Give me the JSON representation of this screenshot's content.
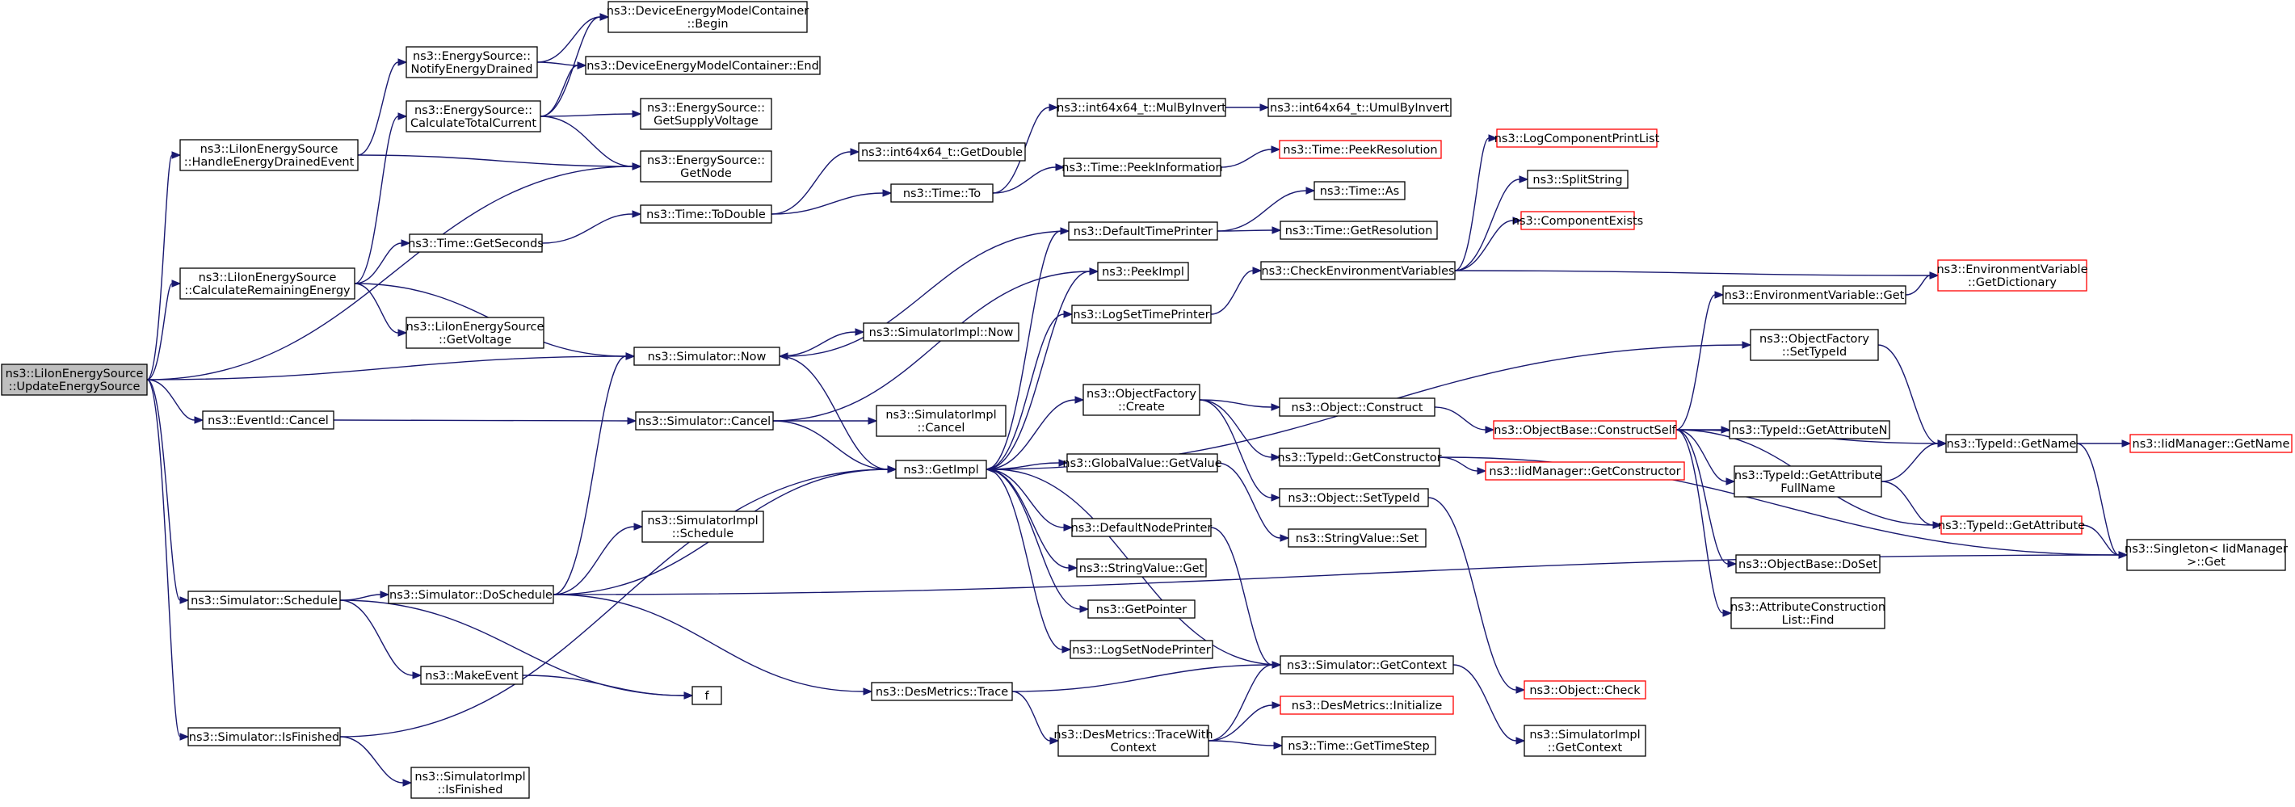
{
  "nodes": [
    {
      "id": "root",
      "lines": [
        "ns3::LiIonEnergySource",
        "::UpdateEnergySource"
      ],
      "root": true
    },
    {
      "id": "handleDrained",
      "lines": [
        "ns3::LiIonEnergySource",
        "::HandleEnergyDrainedEvent"
      ]
    },
    {
      "id": "calcRemaining",
      "lines": [
        "ns3::LiIonEnergySource",
        "::CalculateRemainingEnergy"
      ]
    },
    {
      "id": "eventCancel",
      "lines": [
        "ns3::EventId::Cancel"
      ]
    },
    {
      "id": "simSchedule",
      "lines": [
        "ns3::Simulator::Schedule"
      ]
    },
    {
      "id": "simIsFinished",
      "lines": [
        "ns3::Simulator::IsFinished"
      ]
    },
    {
      "id": "notifyDrained",
      "lines": [
        "ns3::EnergySource::",
        "NotifyEnergyDrained"
      ]
    },
    {
      "id": "calcTotal",
      "lines": [
        "ns3::EnergySource::",
        "CalculateTotalCurrent"
      ]
    },
    {
      "id": "timeGetSeconds",
      "lines": [
        "ns3::Time::GetSeconds"
      ]
    },
    {
      "id": "getVoltage",
      "lines": [
        "ns3::LiIonEnergySource",
        "::GetVoltage"
      ]
    },
    {
      "id": "simDoSchedule",
      "lines": [
        "ns3::Simulator::DoSchedule"
      ]
    },
    {
      "id": "makeEvent",
      "lines": [
        "ns3::MakeEvent"
      ]
    },
    {
      "id": "simImplIsFinished",
      "lines": [
        "ns3::SimulatorImpl",
        "::IsFinished"
      ]
    },
    {
      "id": "demcBegin",
      "lines": [
        "ns3::DeviceEnergyModelContainer",
        "::Begin"
      ]
    },
    {
      "id": "demcEnd",
      "lines": [
        "ns3::DeviceEnergyModelContainer::End"
      ]
    },
    {
      "id": "getSupply",
      "lines": [
        "ns3::EnergySource::",
        "GetSupplyVoltage"
      ]
    },
    {
      "id": "getNode",
      "lines": [
        "ns3::EnergySource::",
        "GetNode"
      ]
    },
    {
      "id": "timeToDouble",
      "lines": [
        "ns3::Time::ToDouble"
      ]
    },
    {
      "id": "simNow",
      "lines": [
        "ns3::Simulator::Now"
      ]
    },
    {
      "id": "simCancel",
      "lines": [
        "ns3::Simulator::Cancel"
      ]
    },
    {
      "id": "simImplSchedule",
      "lines": [
        "ns3::SimulatorImpl",
        "::Schedule"
      ]
    },
    {
      "id": "f",
      "lines": [
        "f"
      ]
    },
    {
      "id": "desTrace",
      "lines": [
        "ns3::DesMetrics::Trace"
      ]
    },
    {
      "id": "getDouble",
      "lines": [
        "ns3::int64x64_t::GetDouble"
      ]
    },
    {
      "id": "timeTo",
      "lines": [
        "ns3::Time::To"
      ]
    },
    {
      "id": "simImplNow",
      "lines": [
        "ns3::SimulatorImpl::Now"
      ]
    },
    {
      "id": "simImplCancel",
      "lines": [
        "ns3::SimulatorImpl",
        "::Cancel"
      ]
    },
    {
      "id": "getImpl",
      "lines": [
        "ns3::GetImpl"
      ]
    },
    {
      "id": "desTraceWith",
      "lines": [
        "ns3::DesMetrics::TraceWith",
        "Context"
      ]
    },
    {
      "id": "mulByInvert",
      "lines": [
        "ns3::int64x64_t::MulByInvert"
      ]
    },
    {
      "id": "peekInfo",
      "lines": [
        "ns3::Time::PeekInformation"
      ]
    },
    {
      "id": "defTimePrinter",
      "lines": [
        "ns3::DefaultTimePrinter"
      ]
    },
    {
      "id": "peekImpl",
      "lines": [
        "ns3::PeekImpl"
      ]
    },
    {
      "id": "logSetTime",
      "lines": [
        "ns3::LogSetTimePrinter"
      ]
    },
    {
      "id": "ofCreate",
      "lines": [
        "ns3::ObjectFactory",
        "::Create"
      ]
    },
    {
      "id": "gvGetValue",
      "lines": [
        "ns3::GlobalValue::GetValue"
      ]
    },
    {
      "id": "defNodePrinter",
      "lines": [
        "ns3::DefaultNodePrinter"
      ]
    },
    {
      "id": "svGet",
      "lines": [
        "ns3::StringValue::Get"
      ]
    },
    {
      "id": "getPointer",
      "lines": [
        "ns3::GetPointer"
      ]
    },
    {
      "id": "logSetNode",
      "lines": [
        "ns3::LogSetNodePrinter"
      ]
    },
    {
      "id": "umulByInvert",
      "lines": [
        "ns3::int64x64_t::UmulByInvert"
      ]
    },
    {
      "id": "peekRes",
      "lines": [
        "ns3::Time::PeekResolution"
      ],
      "red": true
    },
    {
      "id": "timeAs",
      "lines": [
        "ns3::Time::As"
      ]
    },
    {
      "id": "timeGetRes",
      "lines": [
        "ns3::Time::GetResolution"
      ]
    },
    {
      "id": "checkEnv",
      "lines": [
        "ns3::CheckEnvironmentVariables"
      ]
    },
    {
      "id": "objConstruct",
      "lines": [
        "ns3::Object::Construct"
      ]
    },
    {
      "id": "tidGetCtor",
      "lines": [
        "ns3::TypeId::GetConstructor"
      ]
    },
    {
      "id": "objSetTid",
      "lines": [
        "ns3::Object::SetTypeId"
      ]
    },
    {
      "id": "svSet",
      "lines": [
        "ns3::StringValue::Set"
      ]
    },
    {
      "id": "simGetContext",
      "lines": [
        "ns3::Simulator::GetContext"
      ]
    },
    {
      "id": "desInit",
      "lines": [
        "ns3::DesMetrics::Initialize"
      ],
      "red": true
    },
    {
      "id": "timeStep",
      "lines": [
        "ns3::Time::GetTimeStep"
      ]
    },
    {
      "id": "logCompPrint",
      "lines": [
        "ns3::LogComponentPrintList"
      ],
      "red": true
    },
    {
      "id": "splitString",
      "lines": [
        "ns3::SplitString"
      ]
    },
    {
      "id": "compExists",
      "lines": [
        "ns3::ComponentExists"
      ],
      "red": true
    },
    {
      "id": "obConstructSelf",
      "lines": [
        "ns3::ObjectBase::ConstructSelf"
      ],
      "red": true
    },
    {
      "id": "iidGetCtor",
      "lines": [
        "ns3::IidManager::GetConstructor"
      ],
      "red": true
    },
    {
      "id": "objCheck",
      "lines": [
        "ns3::Object::Check"
      ],
      "red": true
    },
    {
      "id": "simImplGetCtx",
      "lines": [
        "ns3::SimulatorImpl",
        "::GetContext"
      ]
    },
    {
      "id": "envVarGet",
      "lines": [
        "ns3::EnvironmentVariable::Get"
      ]
    },
    {
      "id": "ofSetTid",
      "lines": [
        "ns3::ObjectFactory",
        "::SetTypeId"
      ]
    },
    {
      "id": "tidGetAttrN",
      "lines": [
        "ns3::TypeId::GetAttributeN"
      ]
    },
    {
      "id": "tidGetAttrFull",
      "lines": [
        "ns3::TypeId::GetAttribute",
        "FullName"
      ]
    },
    {
      "id": "obDoSet",
      "lines": [
        "ns3::ObjectBase::DoSet"
      ]
    },
    {
      "id": "aclFind",
      "lines": [
        "ns3::AttributeConstruction",
        "List::Find"
      ]
    },
    {
      "id": "envGetDict",
      "lines": [
        "ns3::EnvironmentVariable",
        "::GetDictionary"
      ],
      "red": true
    },
    {
      "id": "tidGetName",
      "lines": [
        "ns3::TypeId::GetName"
      ]
    },
    {
      "id": "tidGetAttr",
      "lines": [
        "ns3::TypeId::GetAttribute"
      ],
      "red": true
    },
    {
      "id": "iidGetName",
      "lines": [
        "ns3::IidManager::GetName"
      ],
      "red": true
    },
    {
      "id": "singletonGet",
      "lines": [
        "ns3::Singleton< IidManager",
        ">::Get"
      ]
    }
  ],
  "edges": [
    [
      "root",
      "handleDrained"
    ],
    [
      "root",
      "getNode"
    ],
    [
      "root",
      "calcRemaining"
    ],
    [
      "root",
      "simNow"
    ],
    [
      "root",
      "eventCancel"
    ],
    [
      "root",
      "simSchedule"
    ],
    [
      "root",
      "simIsFinished"
    ],
    [
      "handleDrained",
      "notifyDrained"
    ],
    [
      "handleDrained",
      "getNode"
    ],
    [
      "notifyDrained",
      "demcBegin"
    ],
    [
      "notifyDrained",
      "demcEnd"
    ],
    [
      "calcRemaining",
      "calcTotal"
    ],
    [
      "calcRemaining",
      "timeGetSeconds"
    ],
    [
      "calcRemaining",
      "getVoltage"
    ],
    [
      "calcRemaining",
      "simNow"
    ],
    [
      "calcTotal",
      "demcBegin"
    ],
    [
      "calcTotal",
      "demcEnd"
    ],
    [
      "calcTotal",
      "getSupply"
    ],
    [
      "calcTotal",
      "getNode"
    ],
    [
      "timeGetSeconds",
      "timeToDouble"
    ],
    [
      "timeToDouble",
      "getDouble"
    ],
    [
      "timeToDouble",
      "timeTo"
    ],
    [
      "timeTo",
      "mulByInvert"
    ],
    [
      "timeTo",
      "peekInfo"
    ],
    [
      "mulByInvert",
      "umulByInvert"
    ],
    [
      "peekInfo",
      "peekRes"
    ],
    [
      "eventCancel",
      "simCancel"
    ],
    [
      "simNow",
      "simImplNow"
    ],
    [
      "simNow",
      "getImpl"
    ],
    [
      "simCancel",
      "simImplCancel"
    ],
    [
      "simCancel",
      "getImpl"
    ],
    [
      "simCancel",
      "peekImpl"
    ],
    [
      "simSchedule",
      "simDoSchedule"
    ],
    [
      "simSchedule",
      "makeEvent"
    ],
    [
      "simSchedule",
      "f"
    ],
    [
      "makeEvent",
      "f"
    ],
    [
      "simDoSchedule",
      "simImplSchedule"
    ],
    [
      "simDoSchedule",
      "simNow"
    ],
    [
      "simDoSchedule",
      "getImpl"
    ],
    [
      "simDoSchedule",
      "desTrace"
    ],
    [
      "simDoSchedule",
      "singletonGet"
    ],
    [
      "simIsFinished",
      "simImplIsFinished"
    ],
    [
      "simIsFinished",
      "getImpl"
    ],
    [
      "desTrace",
      "simGetContext"
    ],
    [
      "desTrace",
      "desTraceWith"
    ],
    [
      "desTraceWith",
      "desInit"
    ],
    [
      "desTraceWith",
      "timeStep"
    ],
    [
      "desTraceWith",
      "simGetContext"
    ],
    [
      "simGetContext",
      "getImpl"
    ],
    [
      "simGetContext",
      "simImplGetCtx"
    ],
    [
      "getImpl",
      "defTimePrinter"
    ],
    [
      "getImpl",
      "peekImpl"
    ],
    [
      "getImpl",
      "logSetTime"
    ],
    [
      "getImpl",
      "ofCreate"
    ],
    [
      "getImpl",
      "gvGetValue"
    ],
    [
      "getImpl",
      "defNodePrinter"
    ],
    [
      "getImpl",
      "svGet"
    ],
    [
      "getImpl",
      "getPointer"
    ],
    [
      "getImpl",
      "logSetNode"
    ],
    [
      "getImpl",
      "ofSetTid"
    ],
    [
      "defTimePrinter",
      "simNow"
    ],
    [
      "defTimePrinter",
      "timeAs"
    ],
    [
      "defTimePrinter",
      "timeGetRes"
    ],
    [
      "logSetTime",
      "checkEnv"
    ],
    [
      "checkEnv",
      "logCompPrint"
    ],
    [
      "checkEnv",
      "splitString"
    ],
    [
      "checkEnv",
      "compExists"
    ],
    [
      "checkEnv",
      "envGetDict"
    ],
    [
      "ofCreate",
      "objConstruct"
    ],
    [
      "ofCreate",
      "tidGetCtor"
    ],
    [
      "ofCreate",
      "objSetTid"
    ],
    [
      "objConstruct",
      "obConstructSelf"
    ],
    [
      "tidGetCtor",
      "iidGetCtor"
    ],
    [
      "tidGetCtor",
      "singletonGet"
    ],
    [
      "objSetTid",
      "objCheck"
    ],
    [
      "gvGetValue",
      "svSet"
    ],
    [
      "defNodePrinter",
      "simGetContext"
    ],
    [
      "obConstructSelf",
      "envVarGet"
    ],
    [
      "obConstructSelf",
      "tidGetName"
    ],
    [
      "obConstructSelf",
      "tidGetAttrN"
    ],
    [
      "obConstructSelf",
      "tidGetAttrFull"
    ],
    [
      "obConstructSelf",
      "tidGetAttr"
    ],
    [
      "obConstructSelf",
      "obDoSet"
    ],
    [
      "obConstructSelf",
      "aclFind"
    ],
    [
      "envVarGet",
      "envGetDict"
    ],
    [
      "ofSetTid",
      "tidGetName"
    ],
    [
      "tidGetAttrFull",
      "tidGetName"
    ],
    [
      "tidGetAttrFull",
      "tidGetAttr"
    ],
    [
      "tidGetName",
      "iidGetName"
    ],
    [
      "tidGetName",
      "singletonGet"
    ],
    [
      "tidGetAttr",
      "singletonGet"
    ]
  ]
}
